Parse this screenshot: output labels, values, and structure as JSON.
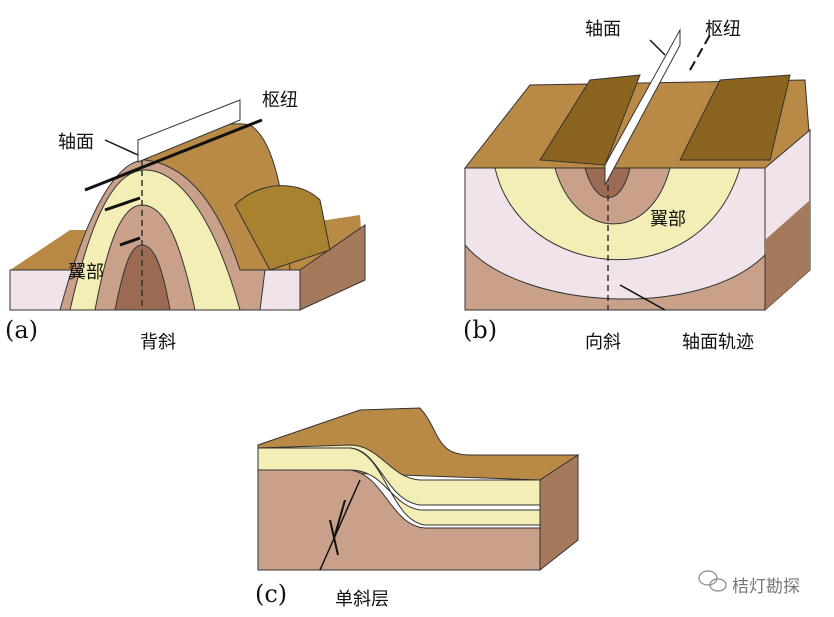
{
  "panel_a": {
    "letter": "(a)",
    "caption": "背斜",
    "axial_plane": "轴面",
    "hinge": "枢纽",
    "limb": "翼部"
  },
  "panel_b": {
    "letter": "(b)",
    "caption": "向斜",
    "axial_plane": "轴面",
    "hinge": "枢纽",
    "limb": "翼部",
    "axial_trace": "轴面轨迹"
  },
  "panel_c": {
    "letter": "(c)",
    "caption": "单斜层"
  },
  "watermark": "桔灯勘探",
  "colors": {
    "soil": "#b98a45",
    "sand": "#f3eeb6",
    "pink": "#f0e4ea",
    "brown": "#c9a08a",
    "dark": "#9b6a52"
  }
}
